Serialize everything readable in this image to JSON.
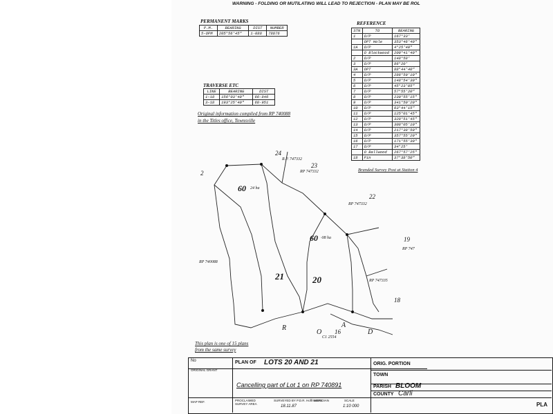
{
  "warning": "WARNING - FOLDING OR MUTILATING WILL LEAD TO REJECTION - PLAN MAY BE ROL",
  "permanent_marks": {
    "title": "PERMANENT MARKS",
    "headers": [
      "P.M.",
      "BEARING",
      "DIST",
      "NUMBER"
    ],
    "rows": [
      [
        "5-OPM",
        "205°56'45\"",
        "1·088",
        "78876"
      ]
    ]
  },
  "traverse": {
    "title": "TRAVERSE ETC",
    "headers": [
      "LINE",
      "BEARING",
      "DIST"
    ],
    "rows": [
      [
        "1-18",
        "156°03'40\"",
        "66·846"
      ],
      [
        "3-18",
        "193°25'40\"",
        "68·951"
      ]
    ]
  },
  "note_original": "Original information compiled from RP 740088 in the Titles office, Townsville",
  "reference": {
    "title": "REFERENCE",
    "headers": [
      "STN",
      "TO",
      "BEARING"
    ],
    "rows": [
      [
        "1",
        "O/P",
        "167°33'"
      ],
      [
        "",
        "OPT Hole",
        "353°46'40\""
      ],
      [
        "1A",
        "O/P",
        "4°25'40\""
      ],
      [
        "",
        "O Blockwood",
        "200°41'40\""
      ],
      [
        "2",
        "O/P",
        "148°58'"
      ],
      [
        "3",
        "O/P",
        "86°20'"
      ],
      [
        "3A",
        "OPT",
        "88°44'40\""
      ],
      [
        "4",
        "O/P",
        "286°59'10\""
      ],
      [
        "5",
        "O/P",
        "148°54'30\""
      ],
      [
        "6",
        "O/P",
        "45°23'05\""
      ],
      [
        "7",
        "O/P",
        "57°55'20\""
      ],
      [
        "8",
        "O/P",
        "239°55'15\""
      ],
      [
        "9",
        "O/P",
        "341°50'20\""
      ],
      [
        "10",
        "O/P",
        "63°44'15\""
      ],
      [
        "11",
        "O/P",
        "125°01'45\""
      ],
      [
        "12",
        "O/P",
        "328°51'45\""
      ],
      [
        "13",
        "O/P",
        "308°05'10\""
      ],
      [
        "14",
        "O/P",
        "217°38'50\""
      ],
      [
        "15",
        "O/P",
        "357°55'20\""
      ],
      [
        "16",
        "O/P",
        "171°55'30\""
      ],
      [
        "17",
        "O/P",
        "34°25'"
      ],
      [
        "",
        "O Ballwood",
        "267°57'25\""
      ],
      [
        "18",
        "Pin",
        "37°38'50\""
      ]
    ]
  },
  "branded_note": "Branded Survey Post at Station 4",
  "lots": {
    "lot24": "24",
    "lot23": "23",
    "lot22": "22",
    "lot2": "2",
    "lot19": "19",
    "lot18": "18",
    "lot16": "16",
    "rp_24": "R.P. 747332",
    "rp_23": "RP 747332",
    "rp_22": "RP 747332",
    "rp_19": "RP 747",
    "rp_18": "RP 747335",
    "rp_left": "RP 740088",
    "area_60_left": "60",
    "area_60_left_unit": "24 ha",
    "area_60_right": "60",
    "area_60_right_unit": "·08 ha",
    "lot21": "21",
    "lot20": "20",
    "road_r": "R",
    "road_o": "O",
    "road_a": "A",
    "road_d": "D",
    "cl": "C1 2554"
  },
  "note_plans": "This plan is one of 15 plans from the same survey",
  "title_block": {
    "no_label": "No",
    "original_grant": "ORIGINAL GRANT",
    "plan_of": "PLAN OF",
    "lots": "LOTS 20 AND 21",
    "cancelling": "Cancelling part of Lot 1 on RP 740891",
    "orig_portion": "ORIG. PORTION",
    "town": "TOWN",
    "parish": "PARISH",
    "parish_value": "BLOOM",
    "county": "COUNTY",
    "county_value": "Carli",
    "map_ref": "MAP REF.",
    "proclaimed": "PROCLAIMED SURVEY AREA",
    "surveyed_by": "SURVEYED BY P.D.R. Hoffmann's",
    "surveyed_date": "18.11.87",
    "meridian": "MERIDIAN",
    "scale": "SCALE",
    "scale_value": "1:10 000",
    "plan_abbrev": "PLA"
  }
}
